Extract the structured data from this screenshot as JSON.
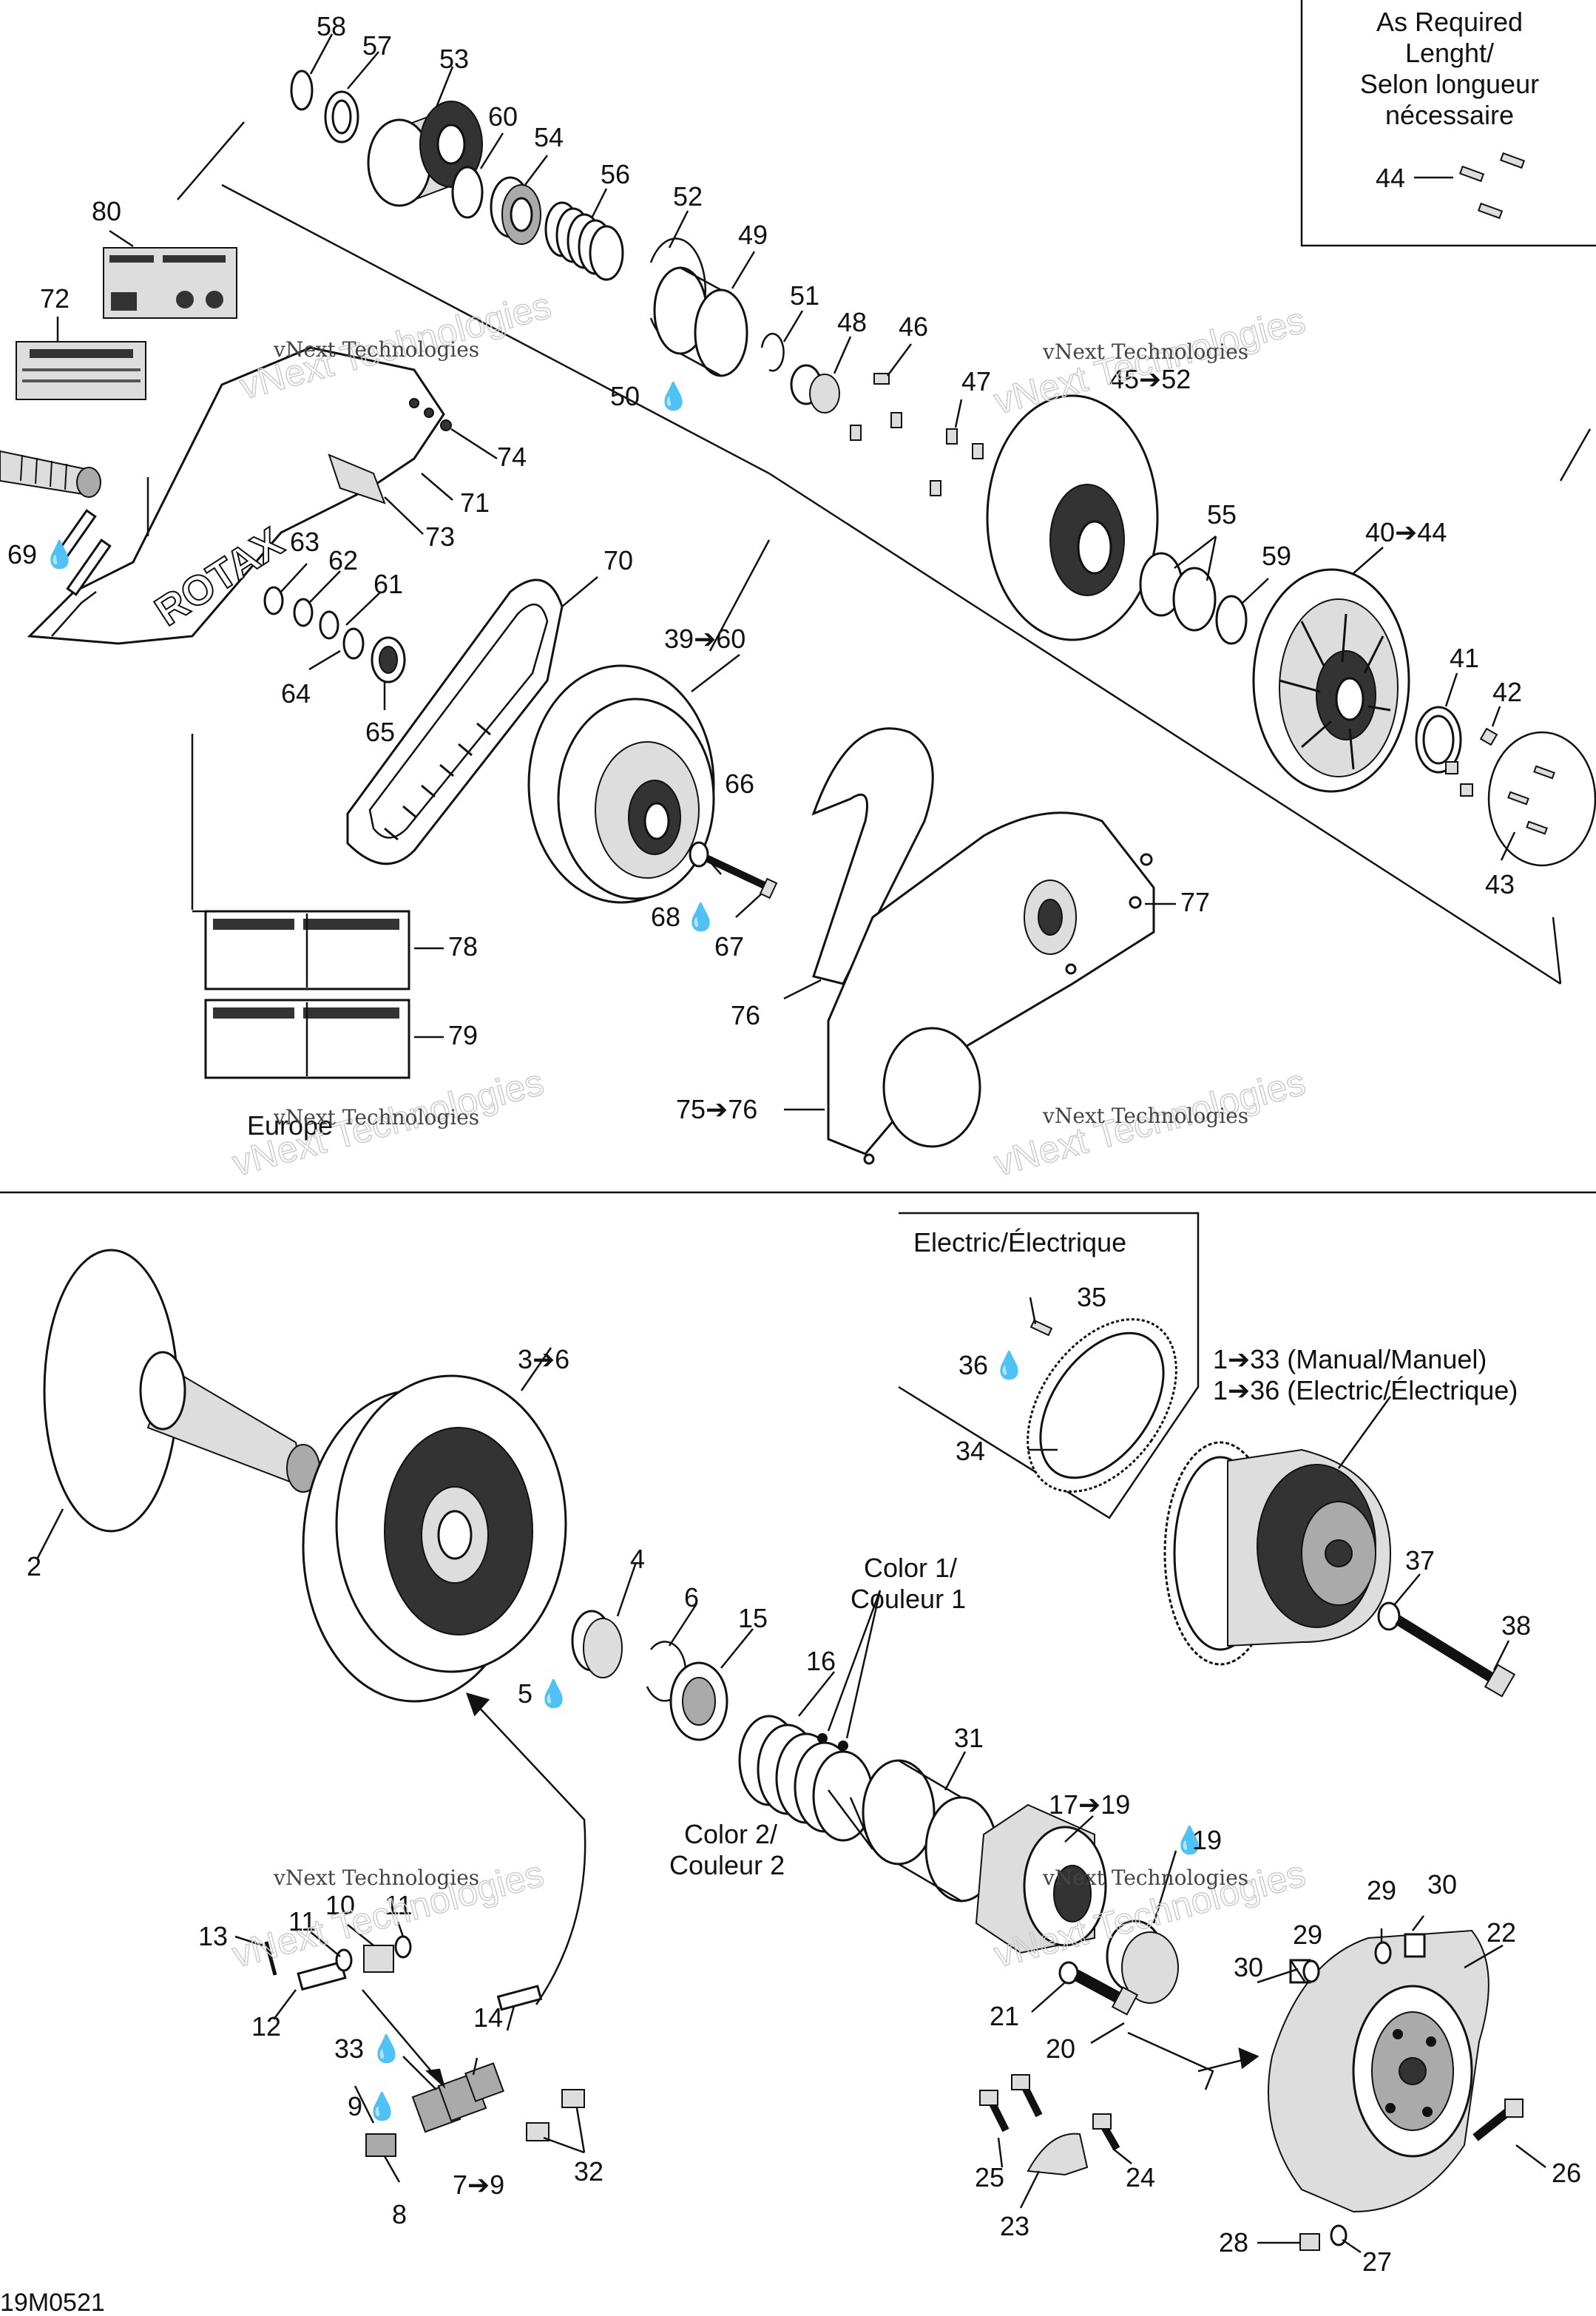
{
  "diagram": {
    "code": "19M0521",
    "box_as_required": [
      "As Required",
      "Lenght/",
      "Selon longueur",
      "nécessaire"
    ],
    "box_electric": "Electric/Électrique",
    "watermark_line1": "vNext Technologies",
    "watermark_big": "vNext Technologies",
    "europe": "Europe",
    "kit_manual": "1➔33 (Manual/Manuel)",
    "kit_electric": "1➔36 (Electric/Électrique)",
    "color1_a": "Color 1/",
    "color1_b": "Couleur 1",
    "color2_a": "Color 2/",
    "color2_b": "Couleur 2",
    "belt_cover_logo": "ROTAX",
    "labels": {
      "l58": "58",
      "l57": "57",
      "l53": "53",
      "l60": "60",
      "l54": "54",
      "l56": "56",
      "l52": "52",
      "l49": "49",
      "l51": "51",
      "l48": "48",
      "l46": "46",
      "l47": "47",
      "l50": "50",
      "l45_52": "45➔52",
      "l80": "80",
      "l72": "72",
      "l74": "74",
      "l71": "71",
      "l73": "73",
      "l69": "69",
      "l63": "63",
      "l62": "62",
      "l61": "61",
      "l64": "64",
      "l65": "65",
      "l70": "70",
      "l39_60": "39➔60",
      "l55": "55",
      "l59": "59",
      "l40_44": "40➔44",
      "l41": "41",
      "l42": "42",
      "l43": "43",
      "l44": "44",
      "l66": "66",
      "l68": "68",
      "l67": "67",
      "l77": "77",
      "l76": "76",
      "l75_76": "75➔76",
      "l78": "78",
      "l79": "79",
      "l2": "2",
      "l3_6": "3➔6",
      "l4": "4",
      "l5": "5",
      "l6": "6",
      "l15": "15",
      "l16": "16",
      "l31": "31",
      "l17_19": "17➔19",
      "l19": "19",
      "l35": "35",
      "l36": "36",
      "l34": "34",
      "l37": "37",
      "l38": "38",
      "l22": "22",
      "l29a": "29",
      "l30a": "30",
      "l29b": "29",
      "l30b": "30",
      "l21": "21",
      "l20": "20",
      "l25": "25",
      "l24": "24",
      "l23": "23",
      "l26": "26",
      "l28": "28",
      "l27": "27",
      "l13": "13",
      "l11a": "11",
      "l10": "10",
      "l11b": "11",
      "l12": "12",
      "l14": "14",
      "l33": "33",
      "l9": "9",
      "l7_9": "7➔9",
      "l8": "8",
      "l32": "32"
    }
  }
}
